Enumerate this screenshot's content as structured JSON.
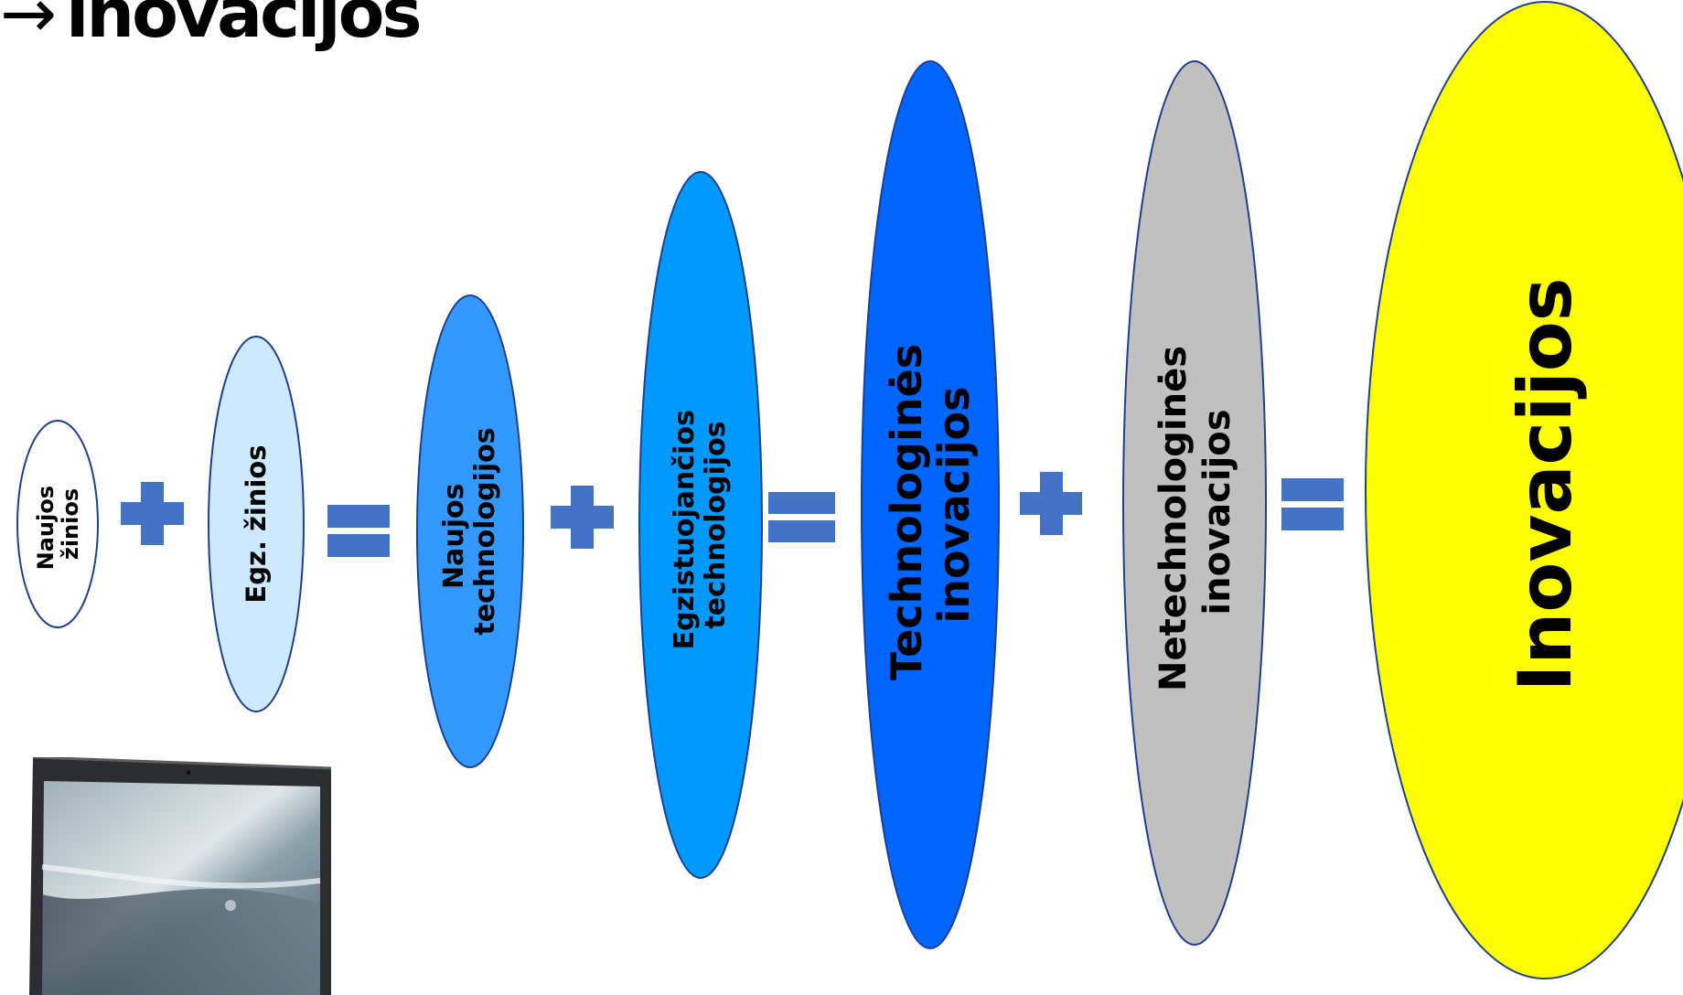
{
  "title": {
    "arrow": "→",
    "text": "inovacijos"
  },
  "nodes": [
    {
      "id": "naujos-zinios",
      "lines": [
        "Naujos",
        "žinios"
      ],
      "fill": "#ffffff"
    },
    {
      "id": "egz-zinios",
      "lines": [
        "Egz. žinios"
      ],
      "fill": "#cce9ff"
    },
    {
      "id": "naujos-technologijos",
      "lines": [
        "Naujos",
        "technologijos"
      ],
      "fill": "#3399ff"
    },
    {
      "id": "egzistuojancios-technologijos",
      "lines": [
        "Egzistuojančios",
        "technologijos"
      ],
      "fill": "#0099ff"
    },
    {
      "id": "technologines-inovacijos",
      "lines": [
        "Technologinės",
        "inovacijos"
      ],
      "fill": "#0066ff"
    },
    {
      "id": "netechnologines-inovacijos",
      "lines": [
        "Netechnologinės",
        "inovacijos"
      ],
      "fill": "#c0c0c0"
    },
    {
      "id": "inovacijos",
      "lines": [
        "Inovacijos"
      ],
      "fill": "#ffff00"
    }
  ],
  "operators": [
    {
      "type": "plus"
    },
    {
      "type": "equals"
    },
    {
      "type": "plus"
    },
    {
      "type": "equals"
    },
    {
      "type": "plus"
    },
    {
      "type": "equals"
    }
  ],
  "colors": {
    "operator": "#4472c4",
    "outline": "#1f3f8f"
  },
  "image": {
    "name": "laptop-image"
  }
}
